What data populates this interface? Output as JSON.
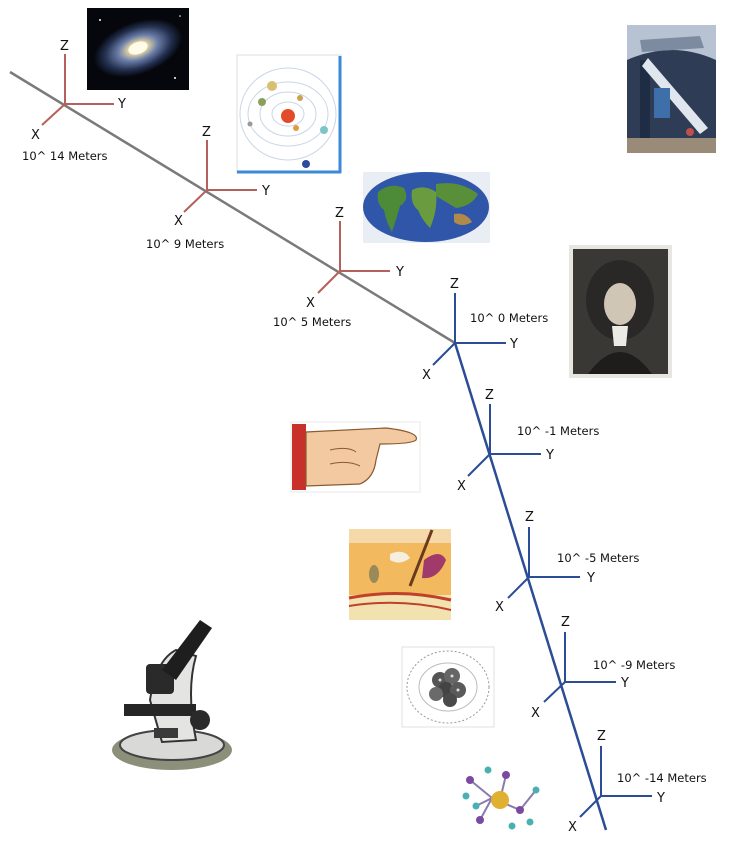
{
  "colors": {
    "macro_axis": "#b5605a",
    "micro_axis": "#2b4d95",
    "macro_line": "#7a7a7a",
    "micro_line": "#2b4d95",
    "text": "#111111"
  },
  "axis_letters": {
    "z": "Z",
    "y": "Y",
    "x": "X"
  },
  "frames": [
    {
      "id": "galaxy",
      "label": "10^ 14 Meters",
      "scale": "macro"
    },
    {
      "id": "solar-system",
      "label": "10^ 9 Meters",
      "scale": "macro"
    },
    {
      "id": "earth",
      "label": "10^ 5 Meters",
      "scale": "macro"
    },
    {
      "id": "human",
      "label": "10^ 0 Meters",
      "scale": "micro"
    },
    {
      "id": "finger",
      "label": "10^ -1 Meters",
      "scale": "micro"
    },
    {
      "id": "skin",
      "label": "10^ -5 Meters",
      "scale": "micro"
    },
    {
      "id": "cell",
      "label": "10^ -9 Meters",
      "scale": "micro"
    },
    {
      "id": "molecule",
      "label": "10^ -14 Meters",
      "scale": "micro"
    }
  ],
  "illustrations": [
    "galaxy-photo",
    "solar-system-diagram",
    "world-map",
    "observatory-telescope-photo",
    "isaac-newton-portrait",
    "pointing-finger",
    "skin-cross-section",
    "atom-nucleus",
    "molecule-structure",
    "microscope"
  ]
}
